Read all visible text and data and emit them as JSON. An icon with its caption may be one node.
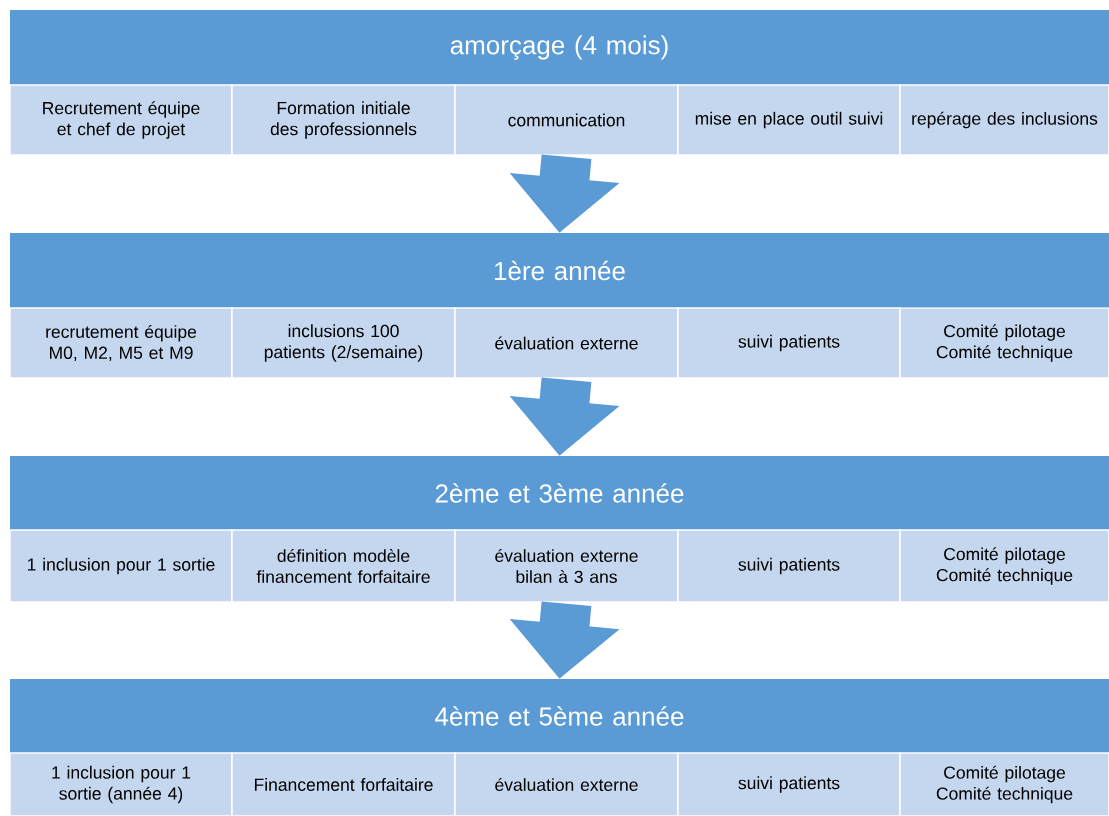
{
  "diagram": {
    "nodes": [
      {
        "text": [
          "amorçage (4 mois)"
        ]
      },
      {
        "text": [
          "Recrutement équipe et chef de projet"
        ]
      },
      {
        "text": [
          "Formation initiale des professionnels"
        ]
      },
      {
        "text": [
          "communication"
        ]
      },
      {
        "text": [
          "mise en place outil suivi"
        ]
      },
      {
        "text": [
          "repérage des inclusions"
        ]
      },
      {
        "text": [
          "1ère année"
        ]
      },
      {
        "text": [
          "recrutement équipe M0, M2, M5 et M9"
        ]
      },
      {
        "text": [
          "inclusions 100 patients (2/semaine)"
        ]
      },
      {
        "text": [
          "évaluation externe"
        ]
      },
      {
        "text": [
          "suivi patients"
        ]
      },
      {
        "text": [
          "Comité pilotage Comité technique"
        ]
      },
      {
        "text": [
          "2ème et 3ème année"
        ]
      },
      {
        "text": [
          "1 inclusion pour 1 sortie"
        ]
      },
      {
        "text": [
          "définition modèle financement forfaitaire"
        ]
      },
      {
        "text": [
          "évaluation externe bilan à 3 ans"
        ]
      },
      {
        "text": [
          "suivi patients"
        ]
      },
      {
        "text": [
          "Comité pilotage Comité technique"
        ]
      },
      {
        "text": [
          "4ème et 5ème année"
        ]
      },
      {
        "text": [
          "1 inclusion pour 1 sortie (année 4)"
        ]
      },
      {
        "text": [
          "Financement forfaitaire"
        ]
      },
      {
        "text": [
          "évaluation externe"
        ]
      },
      {
        "text": [
          "suivi patients"
        ]
      },
      {
        "text": [
          "Comité pilotage Comité technique"
        ]
      }
    ],
    "edges": [
      {
        "from": 3,
        "to": 6,
        "arrow": "to"
      },
      {
        "from": 9,
        "to": 12,
        "arrow": "to"
      },
      {
        "from": 15,
        "to": 18,
        "arrow": "to"
      }
    ]
  }
}
